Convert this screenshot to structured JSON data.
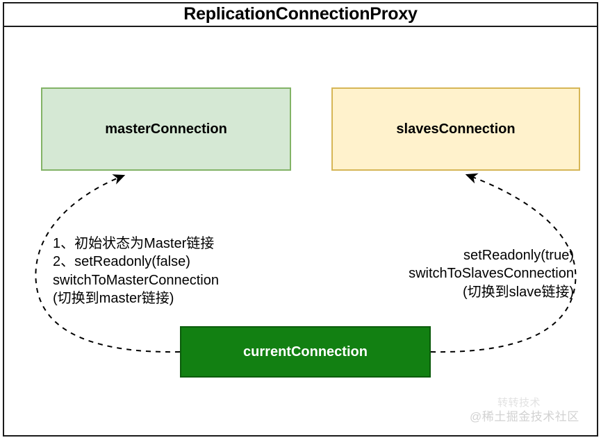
{
  "diagram": {
    "title": "ReplicationConnectionProxy",
    "nodes": [
      {
        "id": "masterConnection",
        "label": "masterConnection",
        "fill": "#d5e8d4",
        "border": "#82b366",
        "text_color": "#000000"
      },
      {
        "id": "slavesConnection",
        "label": "slavesConnection",
        "fill": "#fff2cc",
        "border": "#d6b656",
        "text_color": "#000000"
      },
      {
        "id": "currentConnection",
        "label": "currentConnection",
        "fill": "#128012",
        "border": "#0c5c0c",
        "text_color": "#ffffff"
      }
    ],
    "edges": [
      {
        "id": "current-to-master",
        "from": "currentConnection",
        "to": "masterConnection",
        "style": "dashed-curve",
        "arrowhead": "filled",
        "label": "1、初始状态为Master链接\n2、setReadonly(false)\nswitchToMasterConnection\n(切换到master链接)"
      },
      {
        "id": "current-to-slaves",
        "from": "currentConnection",
        "to": "slavesConnection",
        "style": "dashed-curve",
        "arrowhead": "filled",
        "label": "setReadonly(true)\nswitchToSlavesConnection\n(切换到slave链接)"
      }
    ]
  },
  "watermark": {
    "logo": "转转技术",
    "text": "@稀土掘金技术社区",
    "color": "#d2d2d2"
  }
}
